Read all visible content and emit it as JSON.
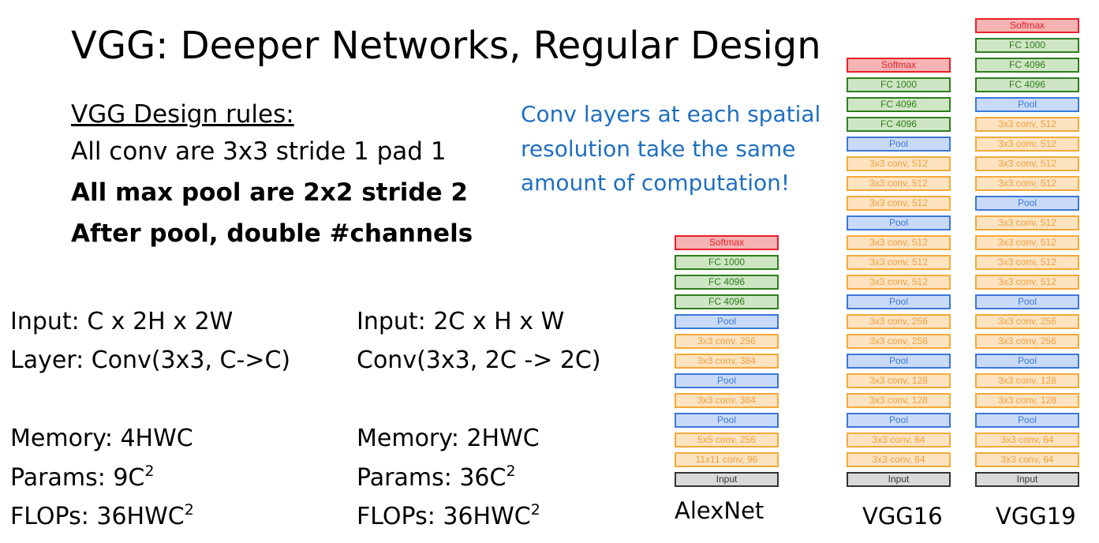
{
  "title": "VGG: Deeper Networks, Regular Design",
  "rules": {
    "heading": "VGG Design rules:",
    "items": [
      "All conv are 3x3 stride 1 pad 1",
      "All max pool are 2x2 stride 2",
      "After pool, double #channels"
    ]
  },
  "note": [
    "Conv layers at each spatial",
    "resolution take the same",
    "amount of computation!"
  ],
  "left_stats": {
    "input": "Input: C x 2H x 2W",
    "layer": "Layer: Conv(3x3, C->C)",
    "memory": "Memory: 4HWC",
    "params": "Params: 9C",
    "flops": "FLOPs: 36HWC",
    "sup": "2"
  },
  "right_stats": {
    "input": "Input: 2C x H x W",
    "layer": "Conv(3x3, 2C -> 2C)",
    "memory": "Memory: 2HWC",
    "params": "Params: 36C",
    "flops": "FLOPs: 36HWC",
    "sup": "2"
  },
  "colors": {
    "softmax": {
      "border": "#e8202a",
      "fill": "#f5b3b3",
      "text": "#e8202a"
    },
    "fc": {
      "border": "#2e7d1e",
      "fill": "#cfe6c4",
      "text": "#2e7d1e"
    },
    "pool": {
      "border": "#3c78d8",
      "fill": "#c9daf8",
      "text": "#3c78d8"
    },
    "conv": {
      "border": "#f4a93a",
      "fill": "#fde3c0",
      "text": "#f0a040"
    },
    "input": {
      "border": "#333333",
      "fill": "#d9d9d9",
      "text": "#333333"
    },
    "note": "#1f6fc0"
  },
  "networks": [
    {
      "name": "AlexNet",
      "layers": [
        {
          "label": "Softmax",
          "kind": "softmax"
        },
        {
          "label": "FC 1000",
          "kind": "fc"
        },
        {
          "label": "FC 4096",
          "kind": "fc"
        },
        {
          "label": "FC 4096",
          "kind": "fc"
        },
        {
          "label": "Pool",
          "kind": "pool"
        },
        {
          "label": "3x3 conv, 256",
          "kind": "conv"
        },
        {
          "label": "3x3 conv, 384",
          "kind": "conv"
        },
        {
          "label": "Pool",
          "kind": "pool"
        },
        {
          "label": "3x3 conv, 384",
          "kind": "conv"
        },
        {
          "label": "Pool",
          "kind": "pool"
        },
        {
          "label": "5x5 conv, 256",
          "kind": "conv"
        },
        {
          "label": "11x11 conv, 96",
          "kind": "conv"
        },
        {
          "label": "Input",
          "kind": "input"
        }
      ]
    },
    {
      "name": "VGG16",
      "layers": [
        {
          "label": "Softmax",
          "kind": "softmax"
        },
        {
          "label": "FC 1000",
          "kind": "fc"
        },
        {
          "label": "FC 4096",
          "kind": "fc"
        },
        {
          "label": "FC 4096",
          "kind": "fc"
        },
        {
          "label": "Pool",
          "kind": "pool"
        },
        {
          "label": "3x3 conv, 512",
          "kind": "conv"
        },
        {
          "label": "3x3 conv, 512",
          "kind": "conv"
        },
        {
          "label": "3x3 conv, 512",
          "kind": "conv"
        },
        {
          "label": "Pool",
          "kind": "pool"
        },
        {
          "label": "3x3 conv, 512",
          "kind": "conv"
        },
        {
          "label": "3x3 conv, 512",
          "kind": "conv"
        },
        {
          "label": "3x3 conv, 512",
          "kind": "conv"
        },
        {
          "label": "Pool",
          "kind": "pool"
        },
        {
          "label": "3x3 conv, 256",
          "kind": "conv"
        },
        {
          "label": "3x3 conv, 256",
          "kind": "conv"
        },
        {
          "label": "Pool",
          "kind": "pool"
        },
        {
          "label": "3x3 conv, 128",
          "kind": "conv"
        },
        {
          "label": "3x3 conv, 128",
          "kind": "conv"
        },
        {
          "label": "Pool",
          "kind": "pool"
        },
        {
          "label": "3x3 conv, 64",
          "kind": "conv"
        },
        {
          "label": "3x3 conv, 64",
          "kind": "conv"
        },
        {
          "label": "Input",
          "kind": "input"
        }
      ]
    },
    {
      "name": "VGG19",
      "layers": [
        {
          "label": "Softmax",
          "kind": "softmax"
        },
        {
          "label": "FC 1000",
          "kind": "fc"
        },
        {
          "label": "FC 4096",
          "kind": "fc"
        },
        {
          "label": "FC 4096",
          "kind": "fc"
        },
        {
          "label": "Pool",
          "kind": "pool"
        },
        {
          "label": "3x3 conv, 512",
          "kind": "conv"
        },
        {
          "label": "3x3 conv, 512",
          "kind": "conv"
        },
        {
          "label": "3x3 conv, 512",
          "kind": "conv"
        },
        {
          "label": "3x3 conv, 512",
          "kind": "conv"
        },
        {
          "label": "Pool",
          "kind": "pool"
        },
        {
          "label": "3x3 conv, 512",
          "kind": "conv"
        },
        {
          "label": "3x3 conv, 512",
          "kind": "conv"
        },
        {
          "label": "3x3 conv, 512",
          "kind": "conv"
        },
        {
          "label": "3x3 conv, 512",
          "kind": "conv"
        },
        {
          "label": "Pool",
          "kind": "pool"
        },
        {
          "label": "3x3 conv, 256",
          "kind": "conv"
        },
        {
          "label": "3x3 conv, 256",
          "kind": "conv"
        },
        {
          "label": "Pool",
          "kind": "pool"
        },
        {
          "label": "3x3 conv, 128",
          "kind": "conv"
        },
        {
          "label": "3x3 conv, 128",
          "kind": "conv"
        },
        {
          "label": "Pool",
          "kind": "pool"
        },
        {
          "label": "3x3 conv, 64",
          "kind": "conv"
        },
        {
          "label": "3x3 conv, 64",
          "kind": "conv"
        },
        {
          "label": "Input",
          "kind": "input"
        }
      ]
    }
  ]
}
